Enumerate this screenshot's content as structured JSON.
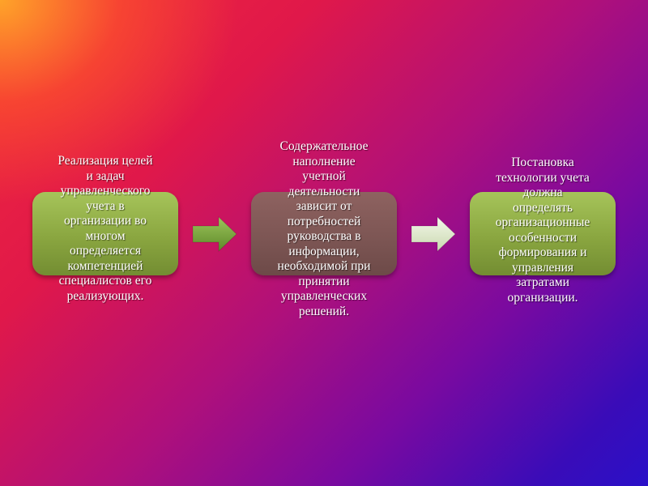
{
  "diagram": {
    "steps": [
      {
        "text": "Реализация целей\nи задач\nуправленческого\nучета в\nорганизации во\nмногом\nопределяется\nкомпетенцией\nспециалистов его\nреализующих.",
        "fill": "#8aa640"
      },
      {
        "text": "Содержательное\nнаполнение\nучетной\nдеятельности\nзависит от\nпотребностей\nруководства в\nинформации,\nнеобходимой при\nпринятии\nуправленческих\nрешений.",
        "fill": "#7d5654"
      },
      {
        "text": "Постановка\nтехнологии учета\nдолжна\nопределять\nорганизационные\nособенности\nформирования и\nуправления\nзатратами\nорганизации.",
        "fill": "#8aa640"
      }
    ],
    "connectors": [
      {
        "from": 1,
        "to": 2,
        "icon": "right-arrow-icon",
        "color": "#7aa63a"
      },
      {
        "from": 2,
        "to": 3,
        "icon": "right-arrow-icon",
        "color": "#e6eed8"
      }
    ]
  }
}
